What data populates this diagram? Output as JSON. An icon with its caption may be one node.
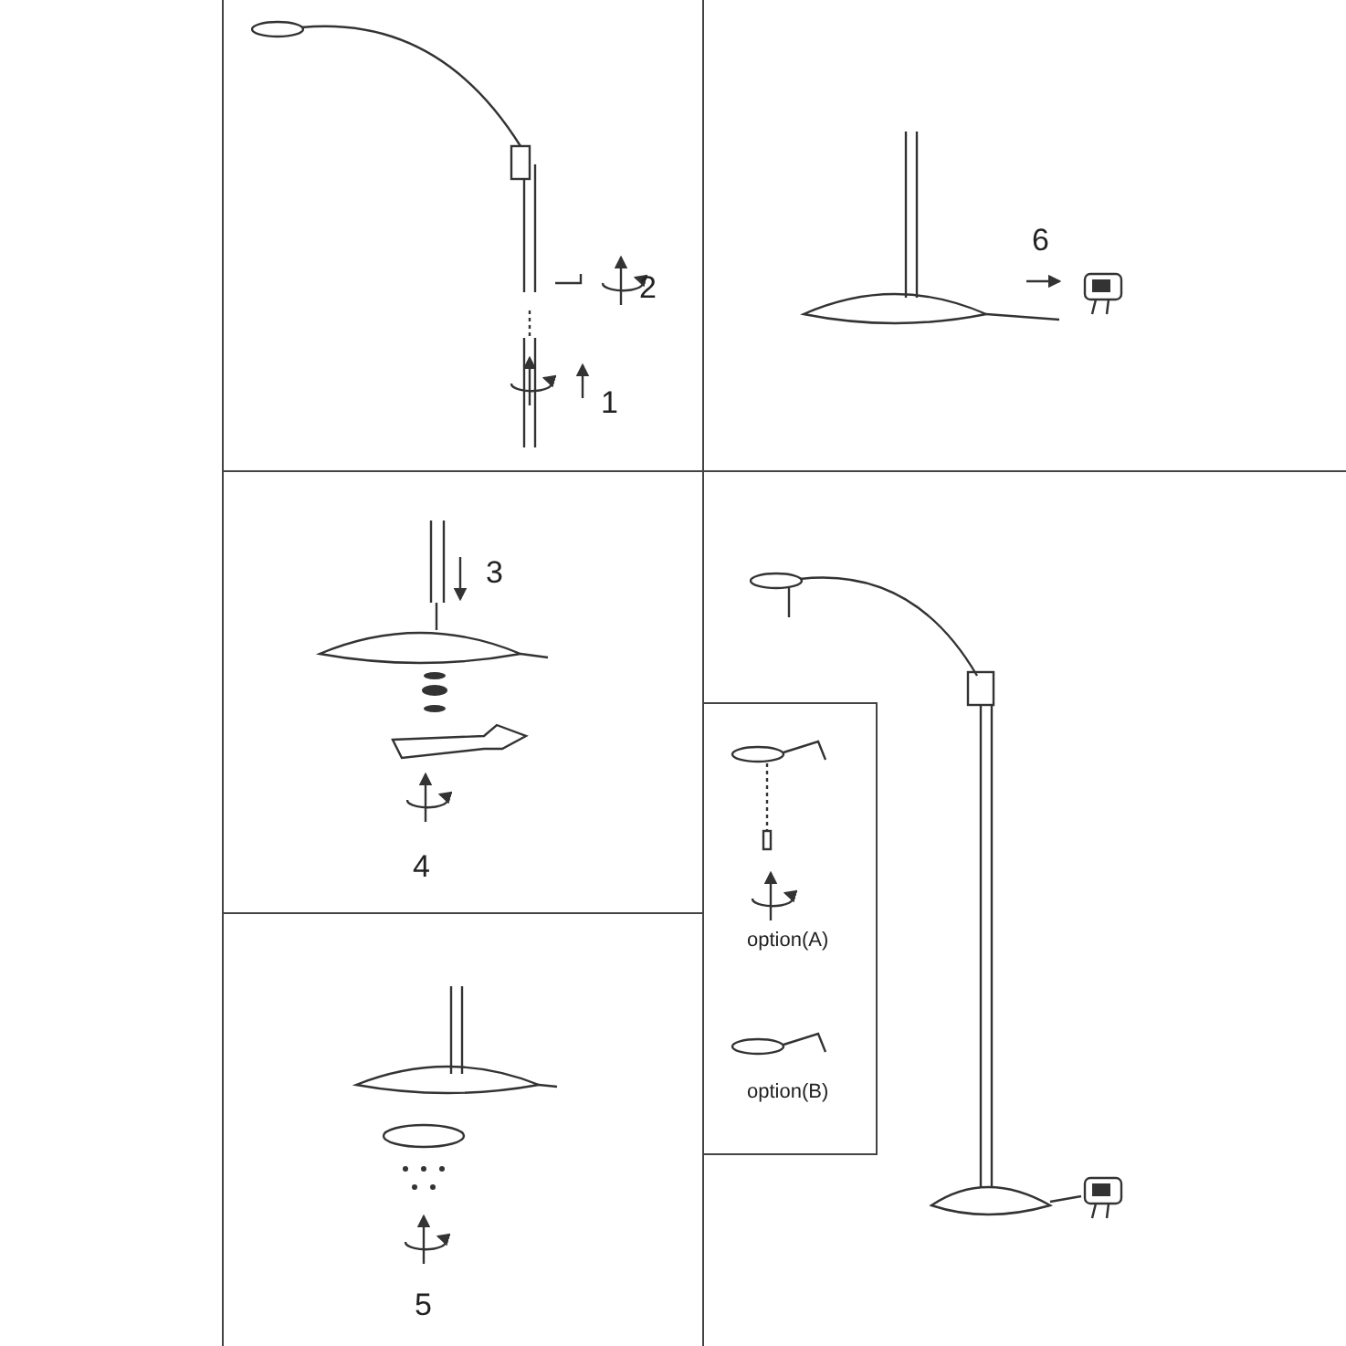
{
  "diagram": {
    "labels": [
      "2",
      "1",
      "6",
      "3",
      "4",
      "option(A)",
      "option(B)",
      "5"
    ]
  }
}
